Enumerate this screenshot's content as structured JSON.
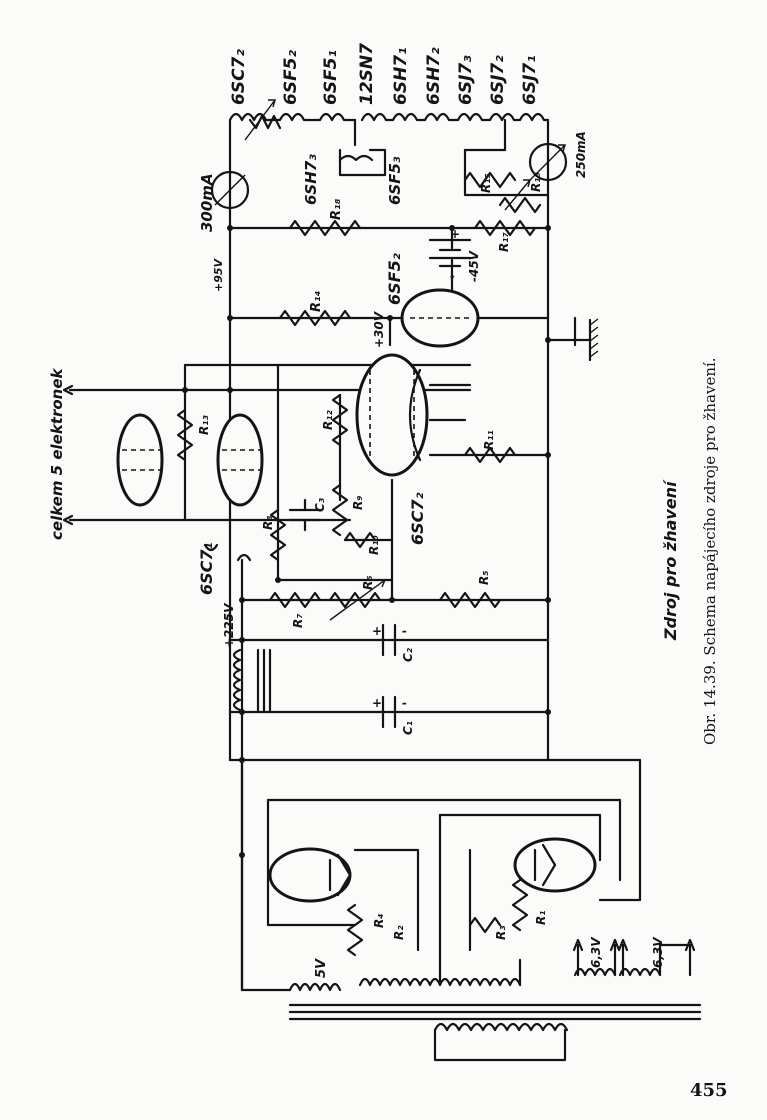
{
  "tube_labels": {
    "t1": "6SC7₂",
    "t2": "6SF5₂",
    "t3": "6SF5₁",
    "t4": "12SN7",
    "t5": "6SH7₁",
    "t6": "6SH7₂",
    "t7": "6SJ7₃",
    "t8": "6SJ7₂",
    "t9": "6SJ7₁",
    "sh73": "6SH7₃",
    "sf53": "6SF5₃",
    "sf52": "6SF5₂",
    "sc72": "6SC7₂",
    "sc71": "6SC7₁"
  },
  "meters": {
    "m300": "300mA",
    "m250": "250mA"
  },
  "voltages": {
    "v95": "+95V",
    "v30": "+30V",
    "v45": "-45V",
    "v225": "+225V",
    "v5": "5V",
    "v63a": "6,3V",
    "v63b": "6,3V"
  },
  "resistors": {
    "r1": "R₁",
    "r2": "R₂",
    "r3": "R₃",
    "r4": "R₄",
    "r5": "R₅",
    "r6": "R₆",
    "r7": "R₇",
    "r8": "R₈",
    "r9": "R₉",
    "r10": "R₁₀",
    "r11": "R₁₁",
    "r12": "R₁₂",
    "r13": "R₁₃",
    "r14": "R₁₄",
    "r15": "R₁₅",
    "r16": "R₁₆",
    "r17": "R₁₇",
    "r18": "R₁₈"
  },
  "capacitors": {
    "c1": "C₁",
    "c2": "C₂",
    "c3": "C₃"
  },
  "polarity": {
    "plus1": "+",
    "minus1": "-",
    "plus2": "+",
    "minus2": "-",
    "plus3": "+",
    "minus3": "-"
  },
  "note_tubes": "celkem 5 elektronek",
  "diagram_title": "Zdroj pro žhavení",
  "caption": "Obr. 14.39. Schema napájecího zdroje pro žhavení.",
  "page_number": "455"
}
